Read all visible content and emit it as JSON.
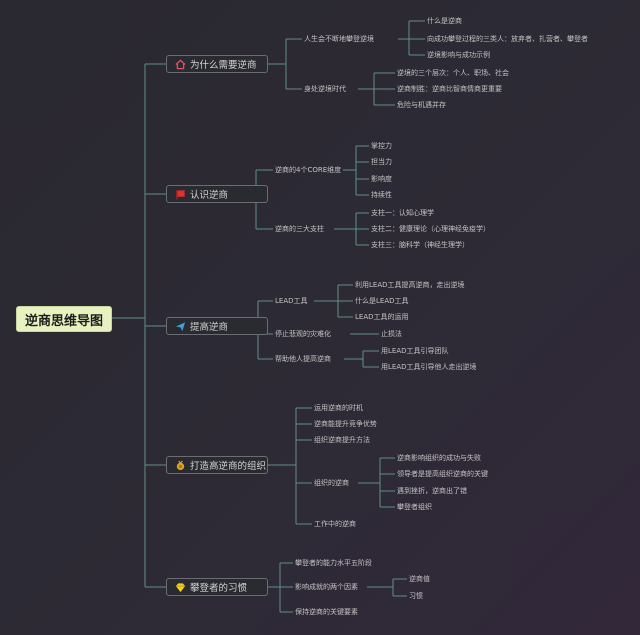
{
  "root": "逆商思维导图",
  "colors": {
    "line": "#5f8f86",
    "root_bg": "#e8f2c0",
    "node_border": "#6a6e74"
  },
  "branches": [
    {
      "label": "为什么需要逆商",
      "icon": "home-icon",
      "children": [
        {
          "label": "人生会不断地攀登逆境",
          "children": [
            "什么是逆商",
            "向成功攀登过程的三类人：放弃者、扎营者、攀登者",
            "逆境影响与成功示例"
          ]
        },
        {
          "label": "身处逆境时代",
          "children": [
            "逆境的三个层次：个人、职场、社会",
            "逆商制胜：逆商比智商情商更重要",
            "危险与机遇并存"
          ]
        }
      ]
    },
    {
      "label": "认识逆商",
      "icon": "flag-icon",
      "children": [
        {
          "label": "逆商的4个CORE维度",
          "children": [
            "掌控力",
            "担当力",
            "影响度",
            "持续性"
          ]
        },
        {
          "label": "逆商的三大支柱",
          "children": [
            "支柱一：认知心理学",
            "支柱二：健康理论（心理神经免疫学）",
            "支柱三：脑科学（神经生理学）"
          ]
        }
      ]
    },
    {
      "label": "提高逆商",
      "icon": "paper-plane-icon",
      "children": [
        {
          "label": "LEAD工具",
          "children": [
            "利用LEAD工具提高逆商，走出逆境",
            "什么是LEAD工具",
            "LEAD工具的运用"
          ]
        },
        {
          "label": "停止悲观的灾难化",
          "children": [
            "止损法"
          ]
        },
        {
          "label": "帮助他人提高逆商",
          "children": [
            "用LEAD工具引导团队",
            "用LEAD工具引导他人走出逆境"
          ]
        }
      ]
    },
    {
      "label": "打造高逆商的组织",
      "icon": "medal-icon",
      "children": [
        {
          "label": "运用逆商的时机",
          "children": []
        },
        {
          "label": "逆商能提升竞争优势",
          "children": []
        },
        {
          "label": "组织逆商提升方法",
          "children": []
        },
        {
          "label": "组织的逆商",
          "children": [
            "逆商影响组织的成功与失败",
            "领导者是提高组织逆商的关键",
            "遇到挫折，逆商出了错",
            "攀登者组织"
          ]
        },
        {
          "label": "工作中的逆商",
          "children": []
        }
      ]
    },
    {
      "label": "攀登者的习惯",
      "icon": "diamond-icon",
      "children": [
        {
          "label": "攀登者的能力水平五阶段",
          "children": []
        },
        {
          "label": "影响成就的两个因素",
          "children": [
            "逆商值",
            "习惯"
          ]
        },
        {
          "label": "保持逆商的关键要素",
          "children": []
        }
      ]
    }
  ]
}
